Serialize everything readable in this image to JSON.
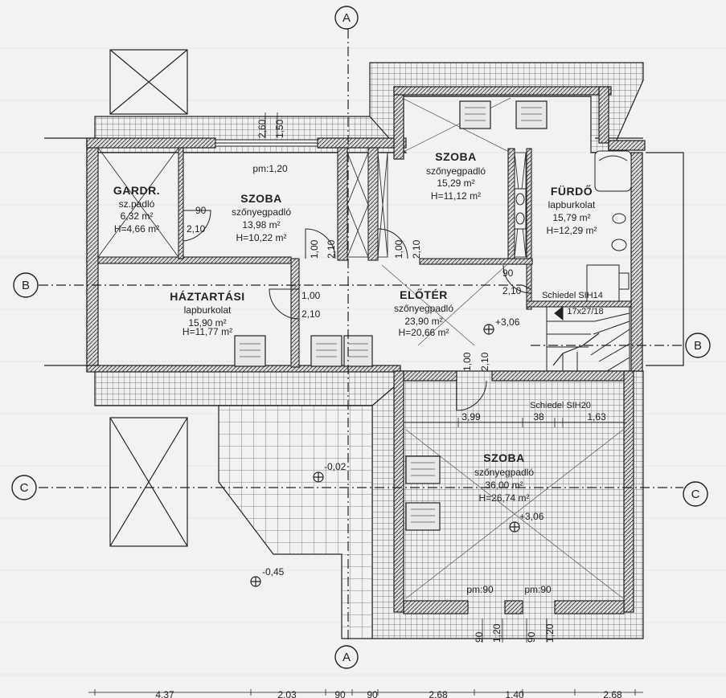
{
  "axes": {
    "A_top": "A",
    "A_bottom": "A",
    "B_left": "B",
    "B_right": "B",
    "C_left": "C",
    "C_right": "C"
  },
  "rooms": {
    "gardrobe": {
      "title": "GARDR.",
      "floor": "sz.padló",
      "area": "6,32 m²",
      "height": "H=4,66 m²"
    },
    "bedroom_west": {
      "title": "SZOBA",
      "floor": "szőnyegpadló",
      "area": "13,98 m²",
      "height": "H=10,22 m²"
    },
    "bedroom_north": {
      "title": "SZOBA",
      "floor": "szőnyegpadló",
      "area": "15,29 m²",
      "height": "H=11,12 m²"
    },
    "bathroom": {
      "title": "FÜRDŐ",
      "floor": "lapburkolat",
      "area": "15,79 m²",
      "height": "H=12,29 m²"
    },
    "utility": {
      "title": "HÁZTARTÁSI",
      "floor": "lapburkolat",
      "area": "15,90 m²",
      "height": "H=11,77 m²"
    },
    "hall": {
      "title": "ELŐTÉR",
      "floor": "szőnyegpadló",
      "area": "23,90 m²",
      "height": "H=20,66 m²"
    },
    "bedroom_south": {
      "title": "SZOBA",
      "floor": "szőnyegpadló",
      "area": "36,00 m²",
      "height": "H=26,74 m²"
    }
  },
  "labels": {
    "window_sill": "pm:1,20",
    "chimney_top": "Schiedel SIH14",
    "chimney_bottom": "Schiedel SIH20",
    "stairs": "17x27/18",
    "level_hall": "+3,06",
    "level_room": "+3,06",
    "level_terrace": "-0,02",
    "level_ground": "-0,45",
    "pm_left": "pm:90",
    "pm_right": "pm:90"
  },
  "dimensions": {
    "gable_a": "2,60",
    "gable_b": "1,50",
    "door_gardr_w": "90",
    "door_gardr_h": "2,10",
    "door1_w": "1,00",
    "door1_h": "2,10",
    "door2_w": "1,00",
    "door2_h": "2,10",
    "door_util_w": "1,00",
    "door_util_h": "2,10",
    "door_bath_w": "90",
    "door_bath_h": "2,10",
    "door_south_w": "1,00",
    "door_south_h": "2,10",
    "south_a": "3,99",
    "south_b": "38",
    "south_c": "1,63",
    "win_a": "90",
    "win_b": "1,20",
    "win_c": "90",
    "win_d": "1,20",
    "bottom_1": "4,37",
    "bottom_2": "2,03",
    "bottom_3": "90",
    "bottom_4": "90",
    "bottom_5": "2,68",
    "bottom_6": "1,40",
    "bottom_7": "2,68"
  }
}
